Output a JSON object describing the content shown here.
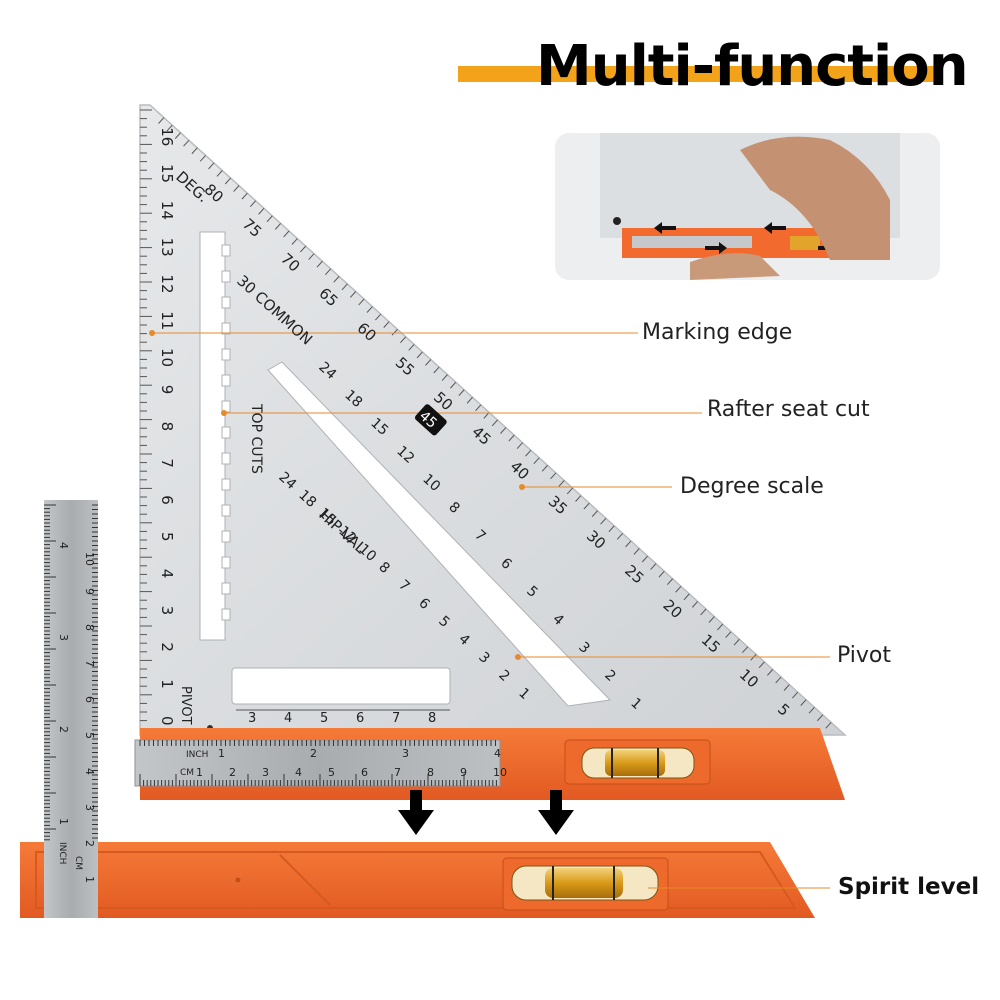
{
  "headline": {
    "text": "Multi-function"
  },
  "colors": {
    "accent_orange": "#F2A31A",
    "tool_orange": "#F26A2E",
    "aluminum": "#D9DCDF",
    "steel": "#B6B9BC",
    "level_liquid": "#D9A21E"
  },
  "callouts": {
    "marking_edge": "Marking edge",
    "rafter_seat_cut": "Rafter seat cut",
    "degree_scale": "Degree scale",
    "pivot": "Pivot",
    "spirit_level": "Spirit level"
  },
  "square_labels": {
    "deg": "DEG.",
    "common": "30 COMMON",
    "top_cuts": "TOP CUTS",
    "hip_val": "HIP-VAL",
    "pivot": "PIVOT",
    "badge": "45"
  },
  "scales": {
    "left_edge": [
      "0",
      "1",
      "2",
      "3",
      "4",
      "5",
      "6",
      "7",
      "8",
      "9",
      "10",
      "11",
      "12",
      "13",
      "14",
      "15",
      "16"
    ],
    "degrees": [
      "80",
      "75",
      "70",
      "65",
      "60",
      "55",
      "50",
      "45",
      "40",
      "35",
      "30",
      "25",
      "20",
      "15",
      "10",
      "5"
    ],
    "common": [
      "24",
      "18",
      "15",
      "12",
      "10",
      "8",
      "7",
      "6",
      "5",
      "4",
      "3",
      "2",
      "1"
    ],
    "hip": [
      "24",
      "18",
      "15",
      "12",
      "10",
      "8",
      "7",
      "6",
      "5",
      "4",
      "3",
      "2",
      "1"
    ],
    "bottom_window": [
      "3",
      "4",
      "5",
      "6",
      "7",
      "8"
    ]
  },
  "rulers": {
    "horizontal_inch_label": "INCH",
    "horizontal_cm_label": "CM",
    "horizontal_numbers": [
      "1",
      "2",
      "3",
      "4",
      "5",
      "6",
      "7",
      "8",
      "9",
      "10"
    ],
    "horizontal_inch_numbers": [
      "1",
      "2",
      "3",
      "4"
    ],
    "vertical_inch_label": "INCH",
    "vertical_cm_label": "CM",
    "vertical_numbers": [
      "1",
      "2",
      "3",
      "4",
      "5",
      "6",
      "7",
      "8",
      "9",
      "10"
    ],
    "vertical_inch_numbers": [
      "1",
      "2",
      "3",
      "4"
    ]
  }
}
